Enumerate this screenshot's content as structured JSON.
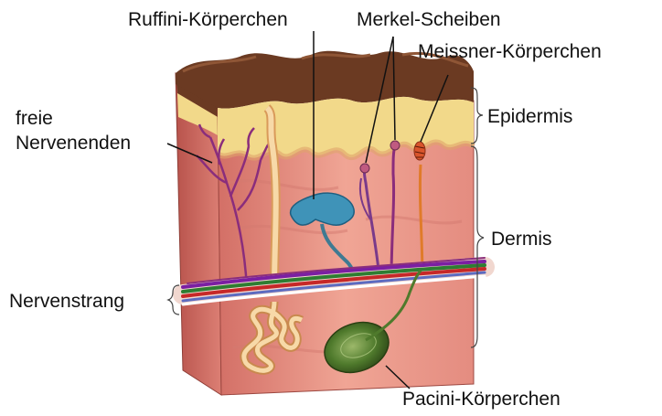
{
  "labels": {
    "ruffini": "Ruffini-Körperchen",
    "merkel": "Merkel-Scheiben",
    "meissner": "Meissner-Körperchen",
    "freie_line1": "freie",
    "freie_line2": "Nervenenden",
    "epidermis": "Epidermis",
    "dermis": "Dermis",
    "nervenstrang": "Nervenstrang",
    "pacini": "Pacini-Körperchen"
  },
  "colors": {
    "epidermis_top": "#6b3a22",
    "epidermis_yellow": "#f2d98a",
    "dermis": "#e9958a",
    "dermis_dark": "#c9655c",
    "ruffini": "#3f93b8",
    "pacini": "#5c7a33",
    "nerve_purple": "#8a2d7c",
    "nerve_orange": "#e07b2a",
    "coil": "#f2c48a"
  }
}
